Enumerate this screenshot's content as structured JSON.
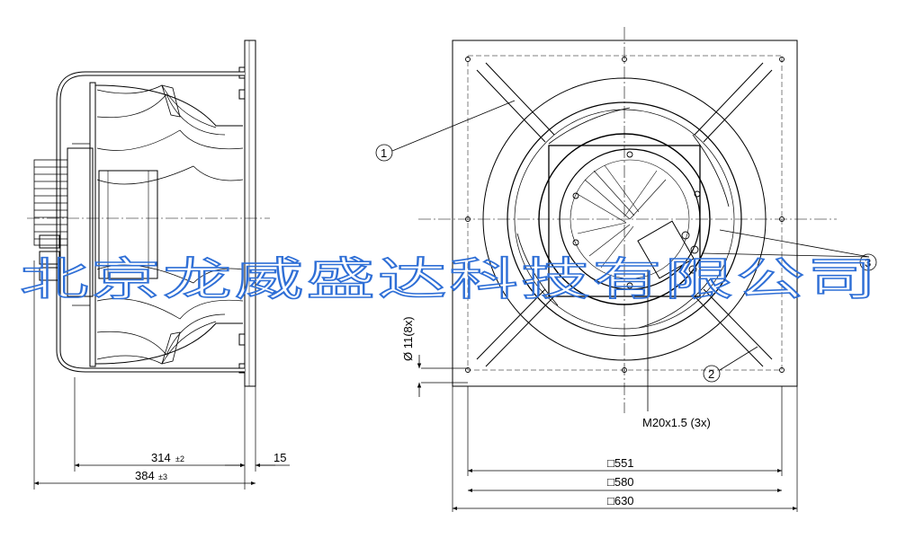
{
  "side_view": {
    "dim_314": "314",
    "dim_314_tol": "±2",
    "dim_384": "384",
    "dim_384_tol": "±3",
    "dim_15": "15"
  },
  "front_view": {
    "hole_callout": "Ø 11(8x)",
    "thread_callout": "M20x1.5 (3x)",
    "dim_551": "□551",
    "dim_580": "□580",
    "dim_630": "□630",
    "balloon_1": "1",
    "balloon_2": "2",
    "balloon_3": "3"
  },
  "watermark": "北京龙威盛达科技有限公司",
  "colors": {
    "line": "#000000",
    "watermark": "#2f6fd6"
  }
}
